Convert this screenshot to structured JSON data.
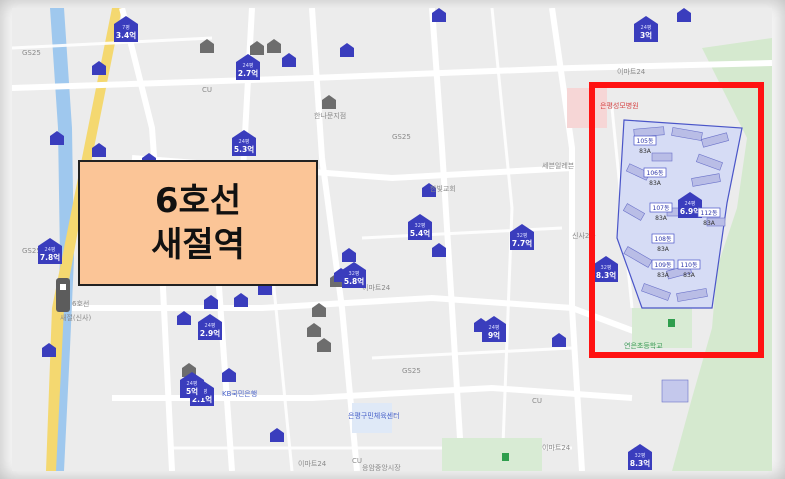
{
  "station_callout": {
    "line1": "6호선",
    "line2": "새절역"
  },
  "colors": {
    "highlight_border": "#ff1212",
    "callout_fill": "#fbc597",
    "pin_blue": "#3a3dbd",
    "pin_grey": "#666666",
    "road": "#ffffff",
    "block": "#e6e6e6",
    "park": "#d8ebd4",
    "stream": "#9fc8ee",
    "highlight_zone": "#d6dcf5"
  },
  "price_pins": [
    {
      "id": "p1",
      "top": "7평",
      "price": "3.4억"
    },
    {
      "id": "p2",
      "top": "24평",
      "price": "3억"
    },
    {
      "id": "p3",
      "top": "24평",
      "price": "2.7억"
    },
    {
      "id": "p4",
      "top": "24평",
      "price": "5.3억"
    },
    {
      "id": "p5",
      "top": "32평",
      "price": "5.4억"
    },
    {
      "id": "p6",
      "top": "32평",
      "price": "7.7억"
    },
    {
      "id": "p7",
      "top": "24평",
      "price": "7.8억"
    },
    {
      "id": "p8",
      "top": "32평",
      "price": "5.8억"
    },
    {
      "id": "p9",
      "top": "24평",
      "price": "2.9억"
    },
    {
      "id": "p10",
      "top": "24평",
      "price": "9억"
    },
    {
      "id": "p11",
      "top": "24평",
      "price": "2.1억"
    },
    {
      "id": "p12",
      "top": "32평",
      "price": "8.3억"
    },
    {
      "id": "p13",
      "top": "24평",
      "price": "6.9억"
    },
    {
      "id": "p14",
      "top": "32평",
      "price": "8.3억"
    },
    {
      "id": "p15",
      "top": "24평",
      "price": "5억"
    }
  ],
  "complex_buildings": [
    {
      "dong": "105동",
      "type": "83A"
    },
    {
      "dong": "106동",
      "type": "83A"
    },
    {
      "dong": "107동",
      "type": "83A"
    },
    {
      "dong": "112동",
      "type": "83A"
    },
    {
      "dong": "108동",
      "type": "83A"
    },
    {
      "dong": "109동",
      "type": "83A"
    },
    {
      "dong": "110동",
      "type": "83A"
    }
  ],
  "map_labels": {
    "gs25_a": "GS25",
    "gs25_b": "GS25",
    "gs25_c": "GS25",
    "gs25_d": "GS25",
    "cu_a": "CU",
    "cu_b": "CU",
    "cu_c": "CU",
    "emart24_a": "이마트24",
    "emart24_b": "이마트24",
    "emart24_c": "이마트24",
    "emart24_d": "이마트24",
    "station_small": "새절(신사)",
    "line6": "6호선",
    "school": "연은초등학교",
    "church": "한빛교회",
    "bank": "KB국민은행",
    "hospital": "은평성모병원",
    "center": "은평구민체육센터",
    "market": "세븐일레븐",
    "theone": "한나문지점",
    "sinsa": "신사2동",
    "jeungsan": "응암중앙시장"
  }
}
